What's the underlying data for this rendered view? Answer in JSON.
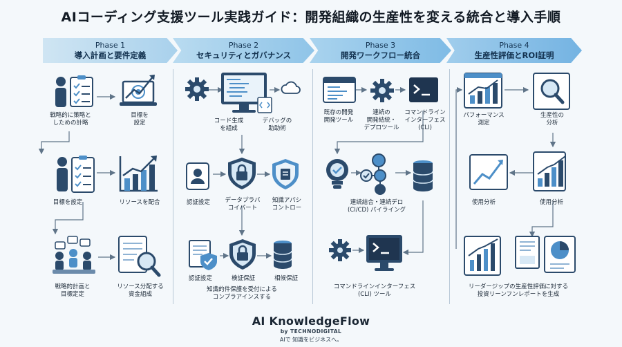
{
  "title": "AIコーディング支援ツール実践ガイド：開発組織の生産性を変える統合と導入手順",
  "phases": [
    {
      "num": "Phase 1",
      "name": "導入計画と要件定義"
    },
    {
      "num": "Phase 2",
      "name": "セキュリティとガバナンス"
    },
    {
      "num": "Phase 3",
      "name": "開発ワークフロー統合"
    },
    {
      "num": "Phase 4",
      "name": "生産性評価とROI証明"
    }
  ],
  "phase1": {
    "strategy": "戦略的に策略と\nしための計略",
    "goal1": "目標を\n設定",
    "goal2": "目標を設定",
    "resource1": "リソースを配合",
    "plan": "戦略的計画と\n目標定定",
    "resource2": "リソース分配する\n資金組成"
  },
  "phase2": {
    "code": "コード生成\nを組成",
    "debug": "デバッグの\n助助術",
    "auth1": "認証設定",
    "data": "データプラバ\nコイパート",
    "knowledge": "知識アパシ\nコントロー",
    "auth2": "認証設定",
    "verify": "検証保証",
    "phase_verify": "相候保証",
    "compliance": "知識的件保護を受付による\nコンプラアインスする"
  },
  "phase3": {
    "existing": "既存の開発\n開発ツール",
    "continuous": "連続の\n開発結統・\nデプロツール",
    "cli": "コマンドライン\nインターフェス\n(CLI)",
    "cicd": "連続結合・連続デロ\n(CI/CD) パイライング",
    "cli_tool": "コマンドラインインターフェス\n(CLI) ツール"
  },
  "phase4": {
    "performance": "パフォーマンス\n測定",
    "productivity": "生産性の\n分析",
    "usage1": "使用分析",
    "usage2": "使用分析",
    "report": "リーダージップの生産性評価に対する\n投資リーンフンレポートを生成"
  },
  "brand": {
    "name": "AI KnowledgeFlow",
    "by": "by TECHNODIGITAL",
    "tagline": "AIで 知識をビジネスへ。"
  },
  "colors": {
    "navy": "#2b4a6b",
    "blue": "#4d8fc8",
    "light": "#d7e8f5"
  }
}
